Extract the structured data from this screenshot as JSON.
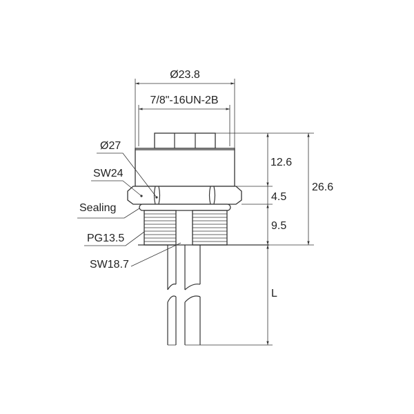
{
  "drawing": {
    "dims": {
      "outer_diameter": "Ø23.8",
      "thread_top": "7/8\"-16UN-2B",
      "h_top": "12.6",
      "h_nut": "4.5",
      "h_thread": "9.5",
      "h_total": "26.6",
      "wire_length": "L"
    },
    "callouts": {
      "nut_diameter": "Ø27",
      "wrench_size": "SW24",
      "sealing": "Sealing",
      "thread_bottom": "PG13.5",
      "wrench_size_bottom": "SW18.7"
    },
    "line_color": "#333333"
  }
}
